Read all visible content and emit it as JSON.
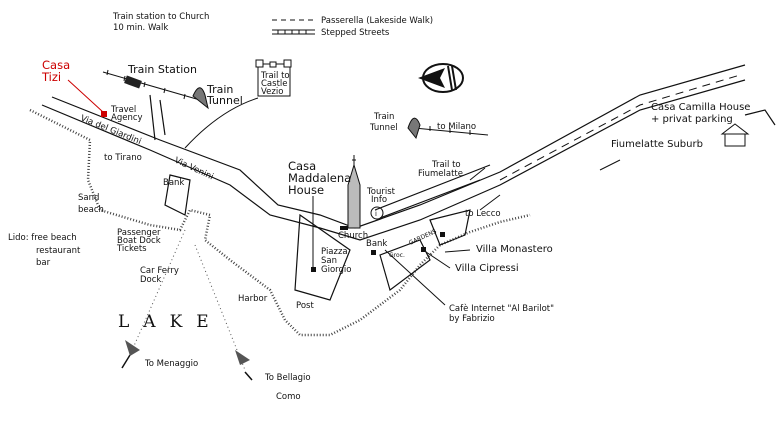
{
  "header": {
    "walk_note_line1": "Train station to Church",
    "walk_note_line2": "10 min. Walk"
  },
  "legend": {
    "passerella": "Passerella (Lakeside Walk)",
    "stepped": "Stepped Streets"
  },
  "labels": {
    "casa_tizi": [
      "Casa",
      "Tizi"
    ],
    "train_station": "Train Station",
    "train_tunnel_left": [
      "Train",
      "Tunnel"
    ],
    "trail_castle": [
      "Trail to",
      "Castle",
      "Vezio"
    ],
    "travel_agency": [
      "Travel",
      "Agency"
    ],
    "via_del_giardini": "Via  del  Giardini",
    "to_tirano": "to Tirano",
    "via_venini": "Via Venini",
    "bank_left": "Bank",
    "sand_beach": [
      "Sand",
      "beach"
    ],
    "lido": [
      "Lido:  free beach",
      "restaurant",
      "bar"
    ],
    "passenger_dock": [
      "Passenger",
      "Boat Dock",
      "Tickets"
    ],
    "car_ferry": [
      "Car Ferry",
      "Dock"
    ],
    "harbor": "Harbor",
    "lake": "LAKE",
    "to_menaggio": "To Menaggio",
    "to_bellagio": "To Bellagio",
    "como": "Como",
    "post": "Post",
    "piazza": [
      "Piazza",
      "San",
      "Giorgio"
    ],
    "casa_maddalena": [
      "Casa",
      "Maddalena",
      "House"
    ],
    "church": "Church",
    "tourist_info": [
      "Tourist",
      "Info"
    ],
    "info_symbol": "i",
    "bank_right": "Bank",
    "groc": "Groc.",
    "gardens": "GARDENS",
    "train_tunnel_right": [
      "Train",
      "Tunnel"
    ],
    "to_milano": "to Milano",
    "trail_fiumelatte": [
      "Trail to",
      "Fiumelatte"
    ],
    "to_lecco": "to Lecco",
    "villa_monastero": "Villa Monastero",
    "villa_cipressi": "Villa Cipressi",
    "cafe_internet": [
      "Cafè Internet \"Al Barilot\"",
      "by Fabrizio"
    ],
    "casa_camilla": [
      "Casa Camilla House",
      "+ privat parking"
    ],
    "fiumelatte_suburb": "Fiumelatte Suburb"
  },
  "colors": {
    "highlight": "#cc0000",
    "ink": "#111111"
  },
  "icons": [
    "compass-north-arrow-icon",
    "church-icon",
    "house-icon",
    "info-icon",
    "train-icon"
  ]
}
